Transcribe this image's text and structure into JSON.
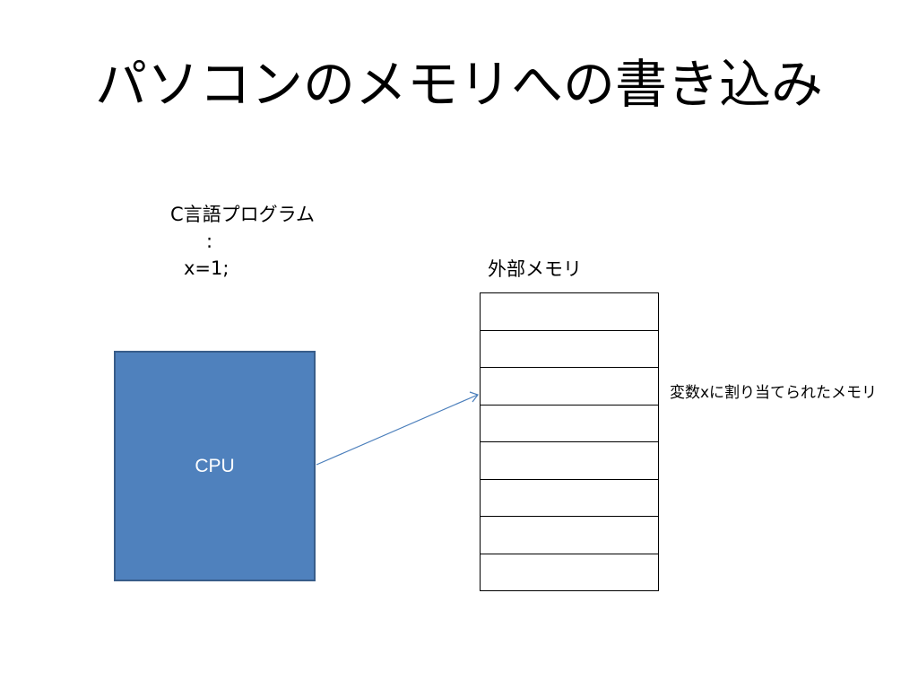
{
  "title": "パソコンのメモリへの書き込み",
  "program": {
    "heading": "C言語プログラム",
    "ellipsis": ":",
    "statement": "x=1;"
  },
  "memory": {
    "label": "外部メモリ",
    "cell_count": 8,
    "highlight_cell_index": 2,
    "variable_label": "変数xに割り当てられたメモリ"
  },
  "cpu": {
    "label": "CPU",
    "fill_color": "#4f81bd",
    "border_color": "#385d8a"
  },
  "arrow": {
    "color": "#4a7ebb"
  }
}
